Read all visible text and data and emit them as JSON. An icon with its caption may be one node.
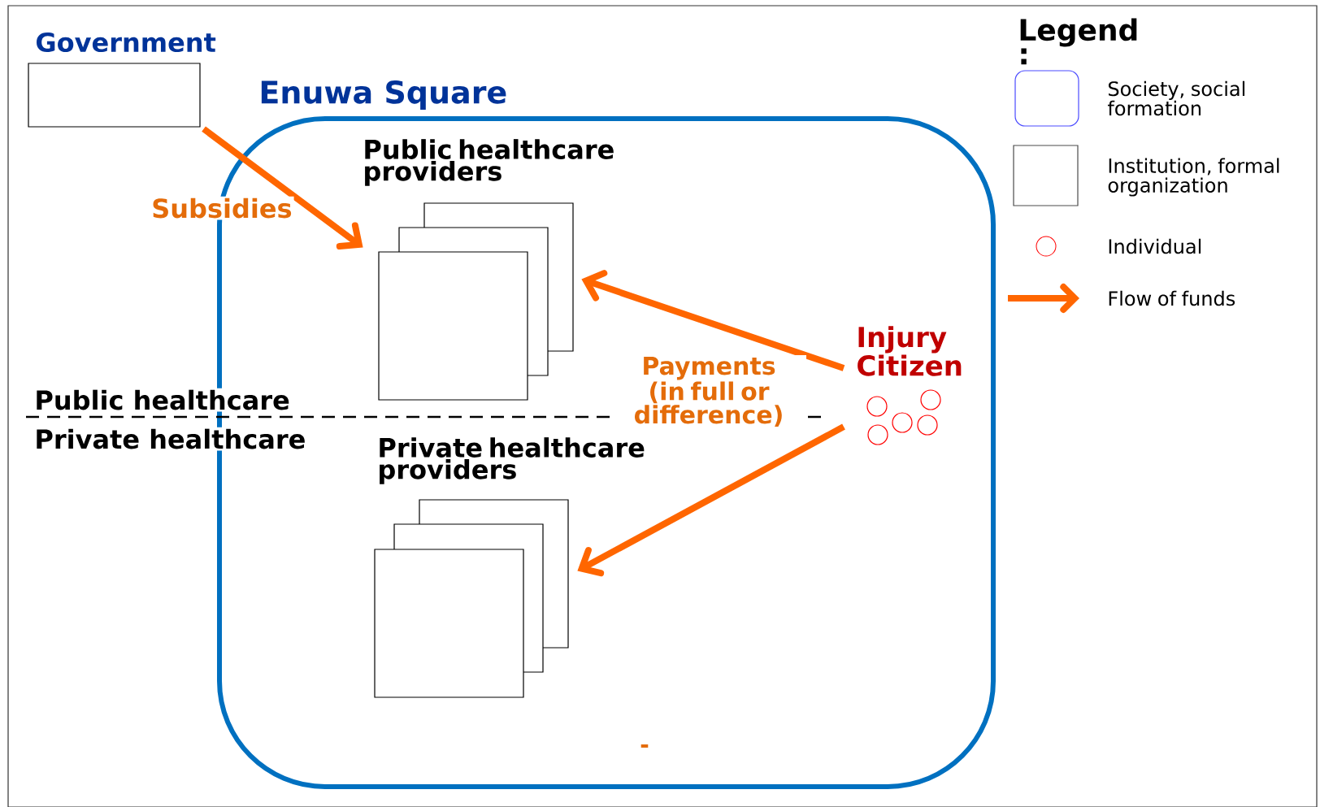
{
  "diagram": {
    "nodes": [
      {
        "text": [
          "Government"
        ]
      },
      {
        "text": [
          "Enuwa Square"
        ]
      },
      {
        "text": [
          "Public healthcare providers"
        ],
        "in": 1
      },
      {
        "text": [
          "Private healthcare providers"
        ],
        "in": 1
      },
      {
        "text": [
          "Injury Citizen"
        ],
        "in": 1
      }
    ],
    "edges": [
      {
        "from": 0,
        "to": 2,
        "arrow": "to",
        "label": "Subsidies"
      },
      {
        "from": 4,
        "to": 2,
        "arrow": "to"
      },
      {
        "from": 4,
        "to": 3,
        "arrow": "to"
      }
    ],
    "labels": [
      "Legend :",
      "Public healthcare",
      "Private healthcare",
      "Payments (in full or difference)",
      "-"
    ],
    "legend": [
      {
        "text": "Society, social formation"
      },
      {
        "text": "Institution, formal organization"
      },
      {
        "text": "Individual"
      },
      {
        "text": "Flow of funds"
      }
    ]
  }
}
